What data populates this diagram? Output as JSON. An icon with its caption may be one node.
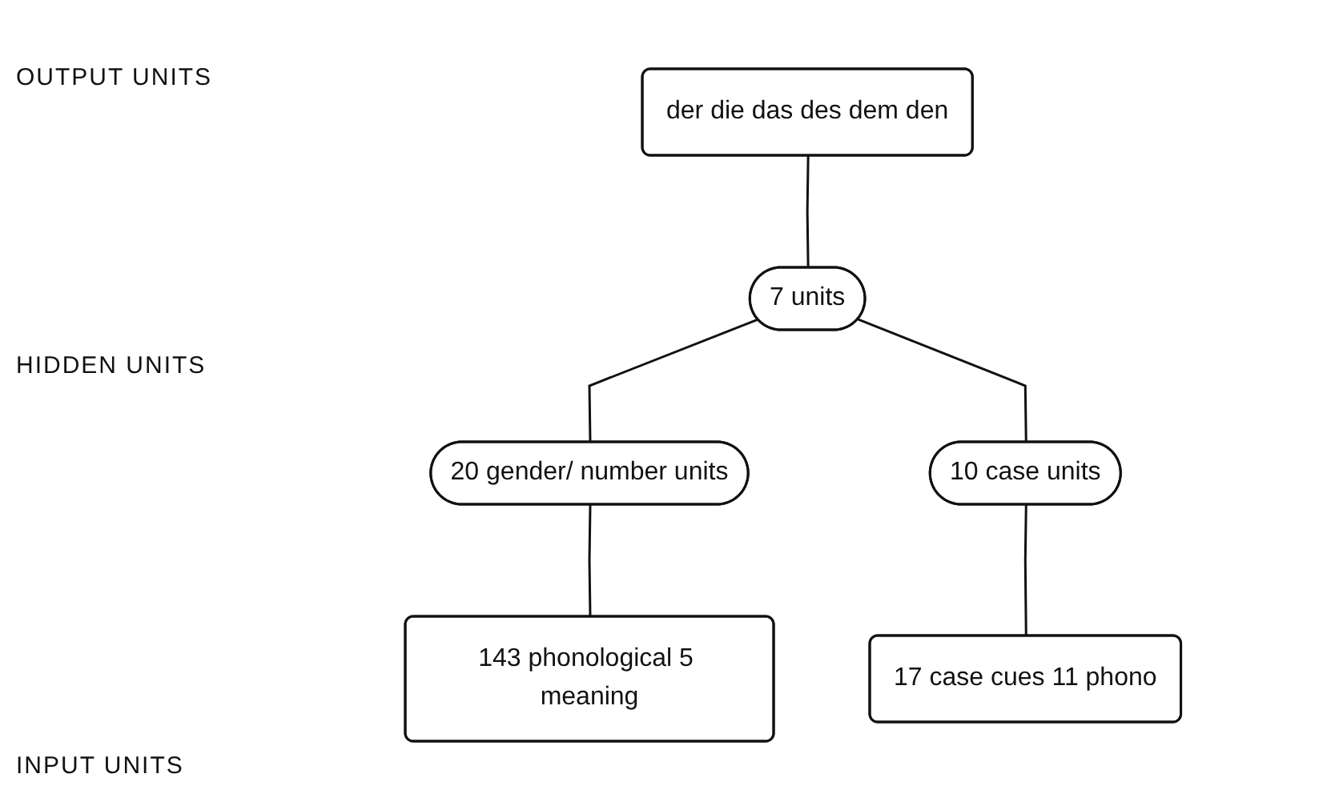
{
  "diagram": {
    "nodes": [
      {
        "text": [
          "der die das des dem den"
        ]
      },
      {
        "text": [
          "7 units"
        ]
      },
      {
        "text": [
          "20 gender/ number units"
        ]
      },
      {
        "text": [
          "10 case units"
        ]
      },
      {
        "text": [
          "143 phonological 5 meaning"
        ]
      },
      {
        "text": [
          "17 case cues 11 phono"
        ]
      }
    ],
    "edges": [
      {
        "from": 0,
        "to": 1,
        "arrow": "none"
      },
      {
        "from": 1,
        "to": 2,
        "arrow": "none"
      },
      {
        "from": 1,
        "to": 3,
        "arrow": "none"
      },
      {
        "from": 2,
        "to": 4,
        "arrow": "none"
      },
      {
        "from": 3,
        "to": 5,
        "arrow": "none"
      }
    ],
    "labels": [
      "OUTPUT UNITS",
      "HIDDEN UNITS",
      "INPUT UNITS"
    ]
  }
}
